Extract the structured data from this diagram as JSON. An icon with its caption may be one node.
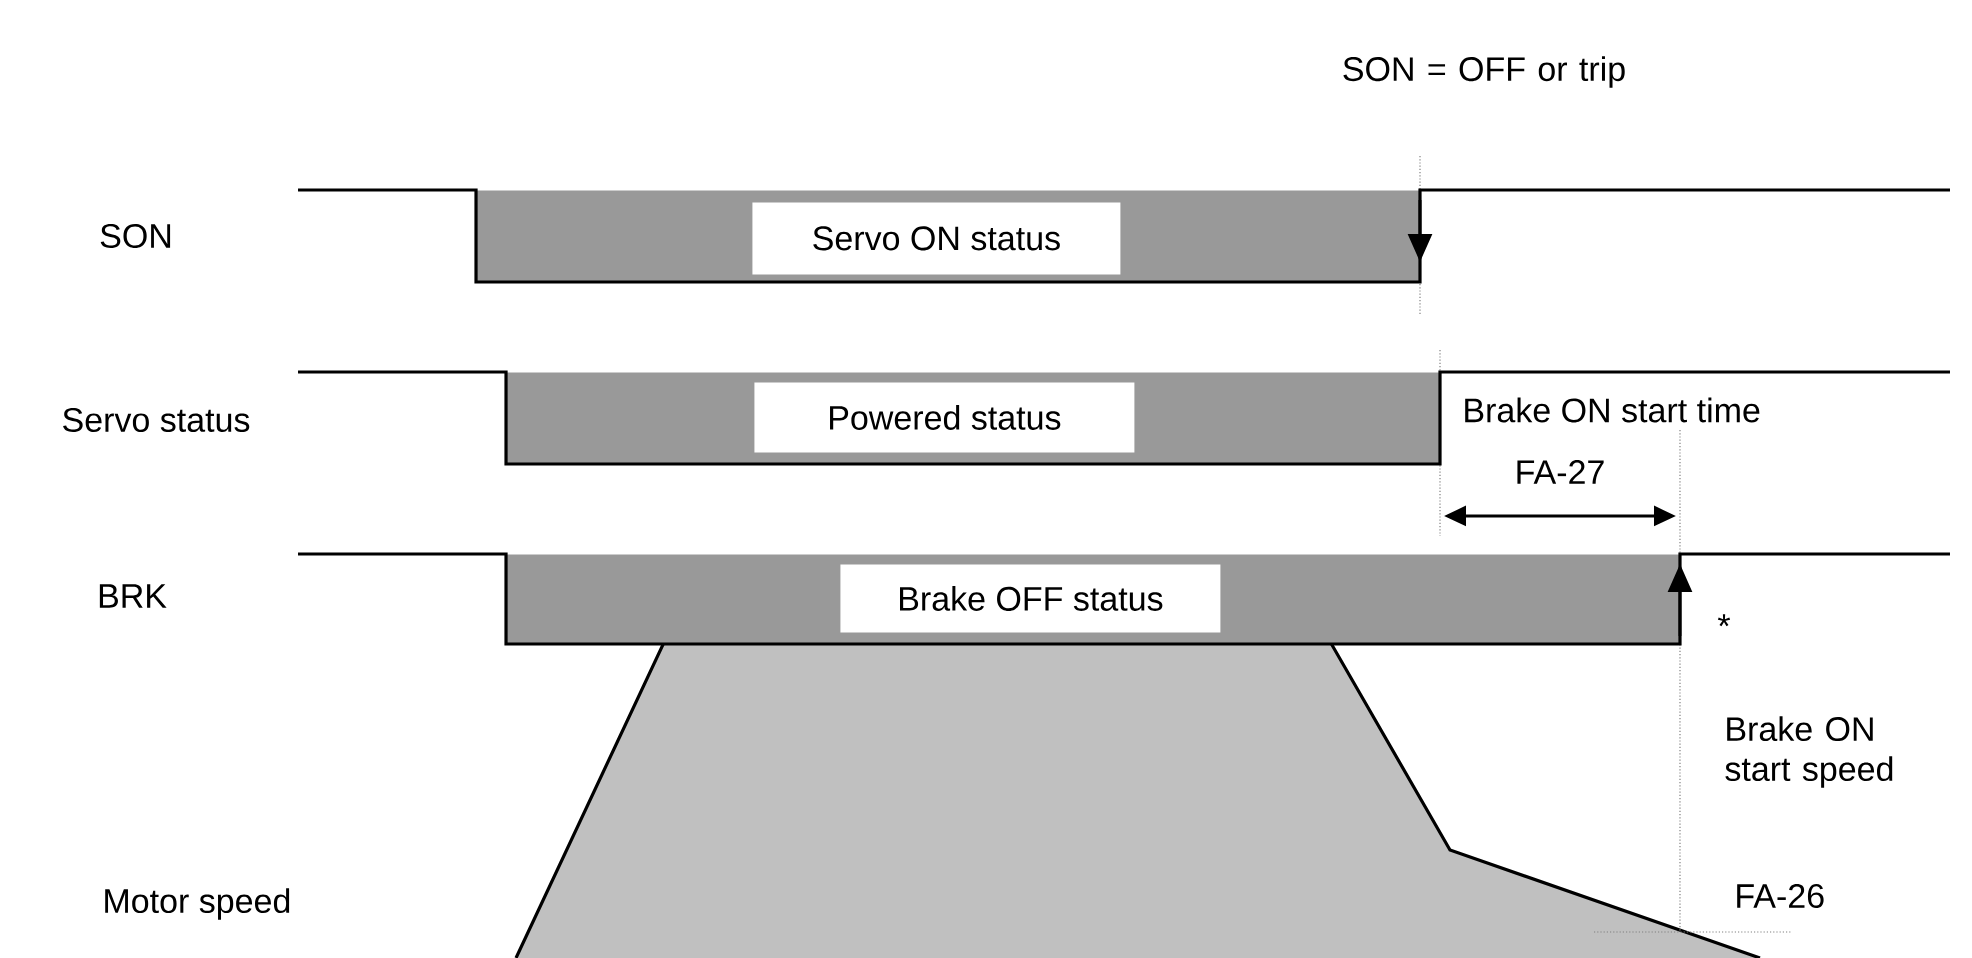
{
  "diagram": {
    "nodes": [
      {
        "text": [],
        "shape": "bar"
      },
      {
        "text": [
          "Servo ON status"
        ],
        "in": 0
      },
      {
        "text": [],
        "shape": "bar"
      },
      {
        "text": [
          "Powered status"
        ],
        "in": 2
      },
      {
        "text": [],
        "shape": "bar"
      },
      {
        "text": [
          "Brake OFF status"
        ],
        "in": 4
      }
    ],
    "labels": [
      "SON = OFF or trip",
      "SON",
      "Servo status",
      "Brake ON start time",
      "FA-27",
      "BRK",
      "*",
      "Brake ON start speed",
      "Motor speed",
      "FA-26"
    ]
  }
}
